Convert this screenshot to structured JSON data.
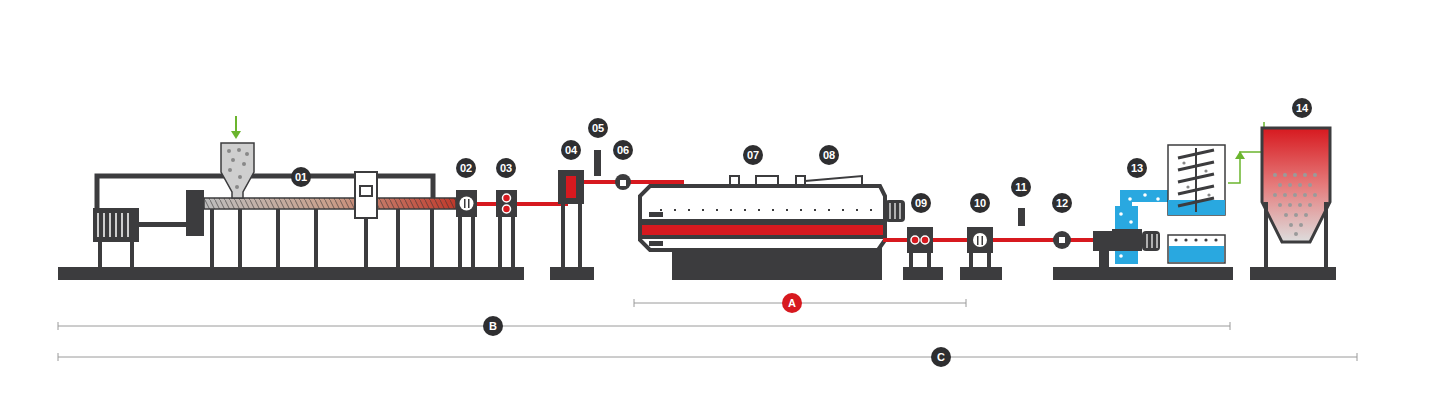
{
  "diagram": {
    "labels": [
      "01",
      "02",
      "03",
      "04",
      "05",
      "06",
      "07",
      "08",
      "09",
      "10",
      "11",
      "12",
      "13",
      "14",
      "A",
      "B",
      "C"
    ]
  }
}
